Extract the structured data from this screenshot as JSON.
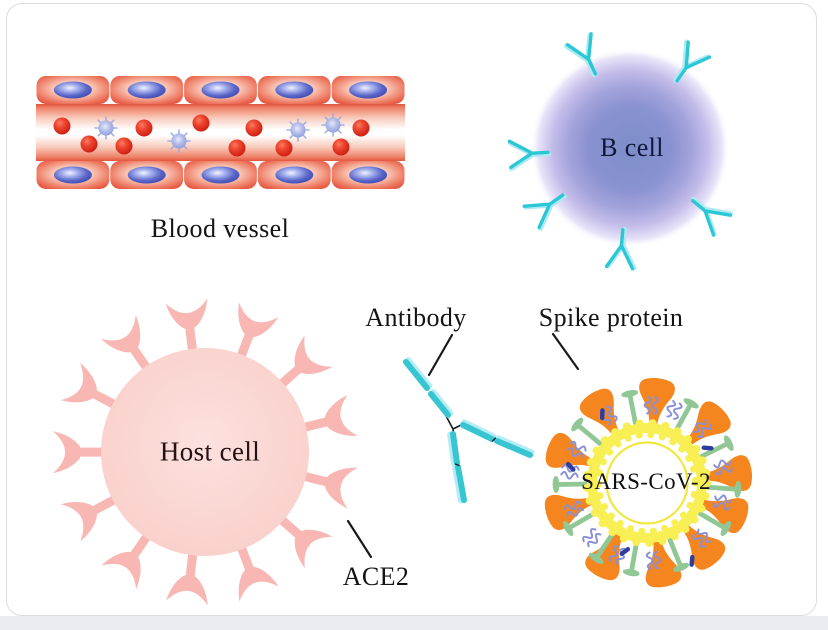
{
  "figure": {
    "background_color": "#ffffff",
    "panel_border_color": "#dcdcdc",
    "footer_strip_color": "#e9ecf1"
  },
  "labels": {
    "blood_vessel": "Blood vessel",
    "b_cell": "B cell",
    "antibody": "Antibody",
    "spike_protein": "Spike protein",
    "host_cell": "Host cell",
    "ace2": "ACE2",
    "virus": "SARS-CoV-2"
  },
  "illustration": {
    "blood_vessel": {
      "rows": 2,
      "endothelial_cells_per_row": 5,
      "red_blood_cell_count": 10,
      "immune_cell_count": 4,
      "wall_color": "#ee8268",
      "nucleus_color": "#5a66c8",
      "red_cell_color": "#cd1d11",
      "immune_cell_color": "#aab7ea"
    },
    "b_cell": {
      "membrane_antibody_count": 6,
      "body_color": "#7d8ec9",
      "antibody_color": "#2cc7d4"
    },
    "host_cell": {
      "receptor_count": 13,
      "body_color": "#f9cfca",
      "receptor_color": "#f8b7b3"
    },
    "virus": {
      "spike_count": 10,
      "membrane_protein_count": 11,
      "squiggle_protein_count": 13,
      "dark_protein_count": 5,
      "envelope_color": "#f8ef55",
      "spike_color": "#f5861f",
      "membrane_protein_color": "#90c795",
      "squiggle_color": "#8a90d6",
      "dark_protein_color": "#2f3e9e"
    },
    "neutralizing_antibody": {
      "dark_color": "#38c5d2",
      "light_color": "#b4ecf5"
    }
  }
}
